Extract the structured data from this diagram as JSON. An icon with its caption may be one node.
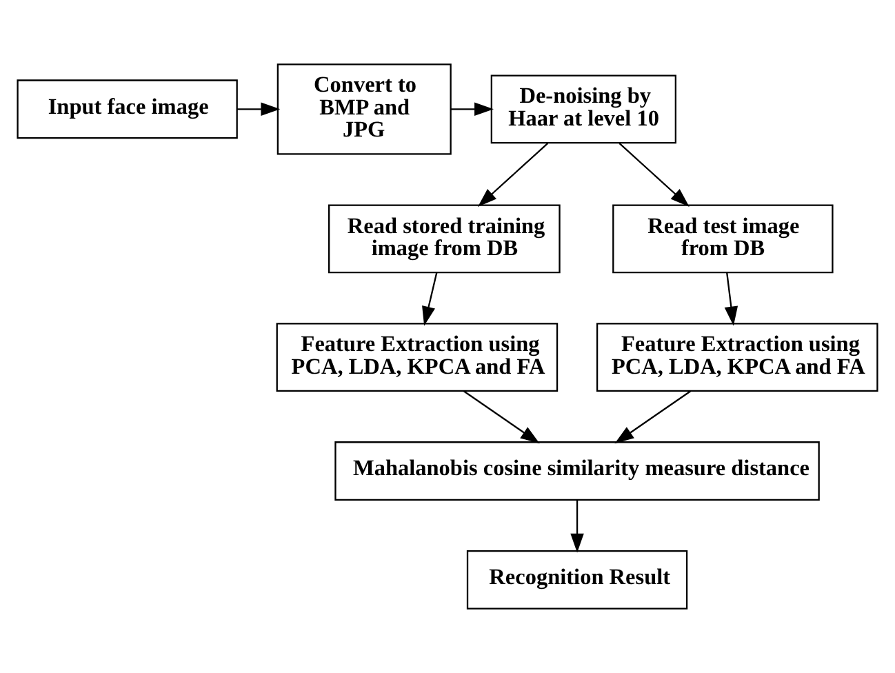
{
  "diagram": {
    "nodes": [
      {
        "text": [
          "Input face image"
        ]
      },
      {
        "text": [
          "Convert to BMP and JPG"
        ]
      },
      {
        "text": [
          "De-noising by Haar at level 10"
        ]
      },
      {
        "text": [
          "Read stored training image from DB"
        ]
      },
      {
        "text": [
          "Read test image from DB"
        ]
      },
      {
        "text": [
          "Feature Extraction using PCA, LDA, KPCA and FA"
        ]
      },
      {
        "text": [
          "Feature Extraction using PCA, LDA, KPCA and FA"
        ]
      },
      {
        "text": [
          "Mahalanobis cosine similarity measure distance"
        ]
      },
      {
        "text": [
          "Recognition Result"
        ]
      }
    ],
    "edges": [
      {
        "from": 0,
        "to": 1,
        "arrow": "to"
      },
      {
        "from": 1,
        "to": 2,
        "arrow": "to"
      },
      {
        "from": 2,
        "to": 3,
        "arrow": "to"
      },
      {
        "from": 2,
        "to": 4,
        "arrow": "to"
      },
      {
        "from": 3,
        "to": 5,
        "arrow": "to"
      },
      {
        "from": 4,
        "to": 6,
        "arrow": "to"
      },
      {
        "from": 5,
        "to": 7,
        "arrow": "to"
      },
      {
        "from": 6,
        "to": 7,
        "arrow": "to"
      },
      {
        "from": 7,
        "to": 8,
        "arrow": "to"
      }
    ]
  }
}
